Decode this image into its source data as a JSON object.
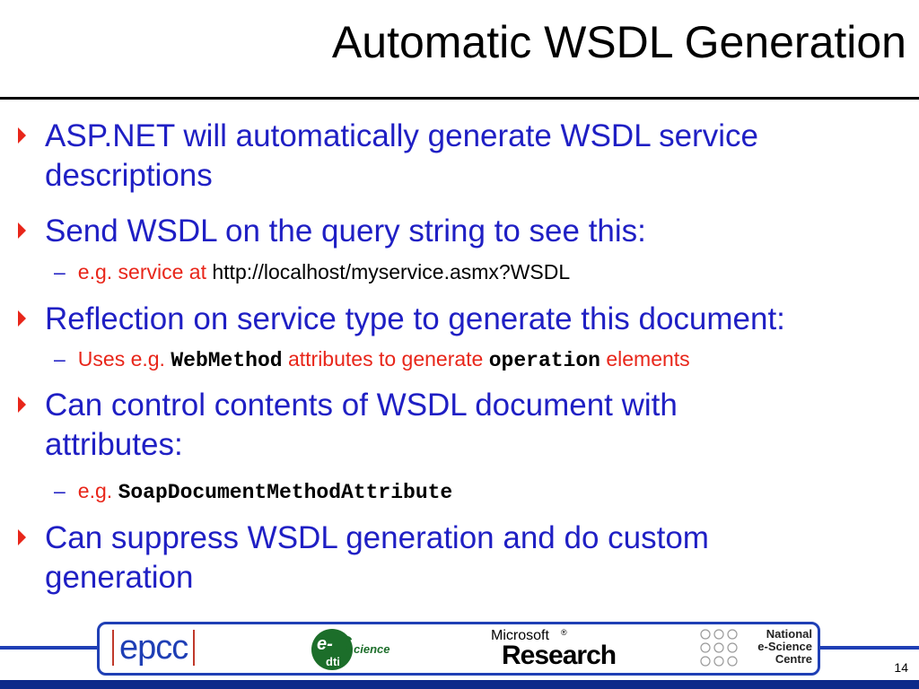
{
  "slide": {
    "title": "Automatic WSDL Generation",
    "bullets": [
      {
        "text": "ASP.NET will automatically generate WSDL service descriptions"
      },
      {
        "text": "Send WSDL on the query string to see this:",
        "sub": {
          "prefix": "e.g. service at ",
          "url": "http://localhost/myservice.asmx?WSDL"
        }
      },
      {
        "text": "Reflection on service type to generate this document:",
        "sub": {
          "prefix": "Uses e.g. ",
          "code1": "WebMethod",
          "middle": " attributes to generate ",
          "code2": "operation",
          "suffix": " elements"
        }
      },
      {
        "text": "Can control contents of WSDL document with attributes:",
        "sub": {
          "prefix": "e.g. ",
          "code": "SoapDocumentMethodAttribute"
        }
      },
      {
        "text": "Can suppress WSDL generation and do custom generation"
      }
    ],
    "sub_dash": "–",
    "page_number": "14"
  },
  "logos": {
    "epcc": "epcc",
    "escience": {
      "e": "e-",
      "s": "S",
      "cience": "cience",
      "dti": "dti"
    },
    "microsoft": {
      "top": "Microsoft",
      "reg": "®",
      "bottom": "Research"
    },
    "nesc": {
      "line1": "National",
      "line2": "e-Science",
      "line3": "Centre"
    }
  },
  "colors": {
    "bullet_text": "#1f1fc4",
    "bullet_arrow": "#e8261a",
    "sub_text": "#e8261a",
    "footer_blue": "#1f3fb5"
  }
}
